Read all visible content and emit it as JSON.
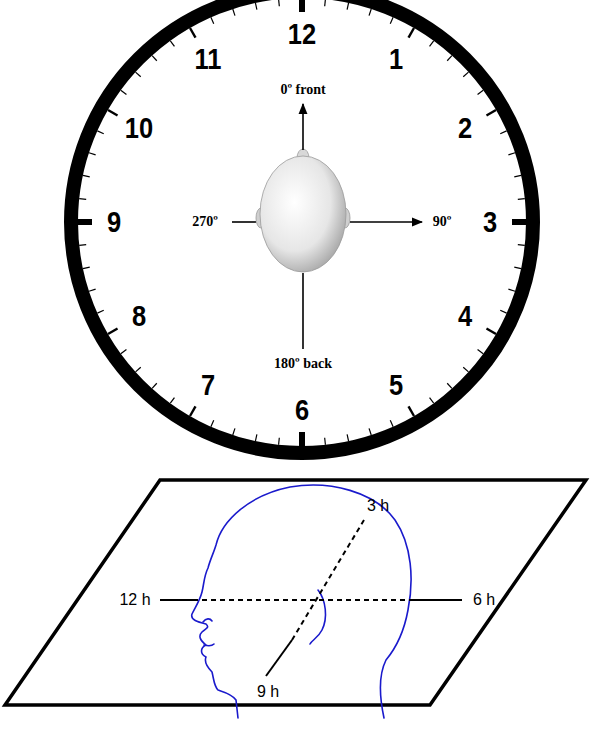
{
  "diagram": {
    "labels": [
      "12",
      "11",
      "1",
      "0º front",
      "10",
      "2",
      "9",
      "270º",
      "90º",
      "3",
      "8",
      "4",
      "180º back",
      "7",
      "5",
      "6",
      "3 h",
      "12 h",
      "6 h",
      "9 h"
    ]
  }
}
